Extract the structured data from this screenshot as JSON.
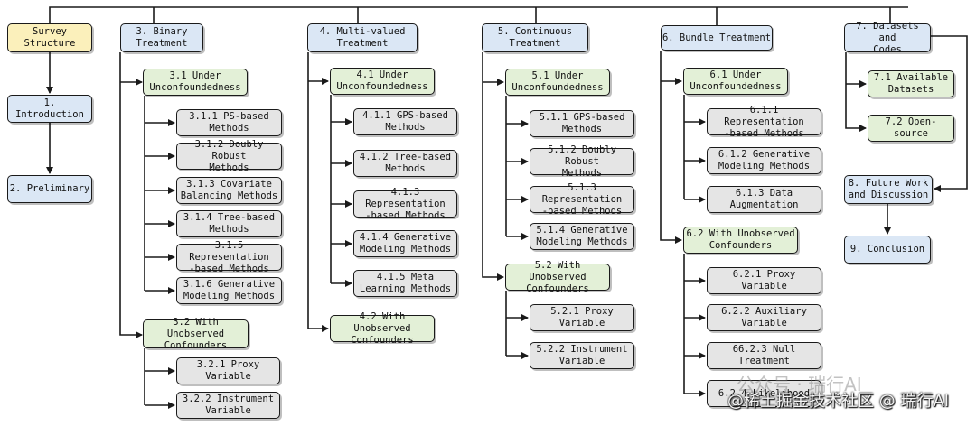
{
  "nodes": {
    "survey": "Survey\nStructure",
    "intro": "1. Introduction",
    "prelim": "2. Preliminary",
    "binary": "3. Binary\nTreatment",
    "b31": "3.1 Under\nUnconfoundedness",
    "b311": "3.1.1 PS-based\nMethods",
    "b312": "3.1.2 Doubly Robust\nMethods",
    "b313": "3.1.3 Covariate\nBalancing Methods",
    "b314": "3.1.4 Tree-based\nMethods",
    "b315": "3.1.5 Representation\n-based Methods",
    "b316": "3.1.6 Generative\nModeling Methods",
    "b32": "3.2 With Unobserved\nConfounders",
    "b321": "3.2.1 Proxy\nVariable",
    "b322": "3.2.2 Instrument\nVariable",
    "multi": "4. Multi-valued\nTreatment",
    "m41": "4.1 Under\nUnconfoundedness",
    "m411": "4.1.1 GPS-based\nMethods",
    "m412": "4.1.2 Tree-based\nMethods",
    "m413": "4.1.3 Representation\n-based Methods",
    "m414": "4.1.4 Generative\nModeling Methods",
    "m415": "4.1.5 Meta\nLearning Methods",
    "m42": "4.2 With Unobserved\nConfounders",
    "cont": "5. Continuous\nTreatment",
    "c51": "5.1 Under\nUnconfoundedness",
    "c511": "5.1.1 GPS-based\nMethods",
    "c512": "5.1.2 Doubly Robust\nMethods",
    "c513": "5.1.3 Representation\n-based Methods",
    "c514": "5.1.4 Generative\nModeling Methods",
    "c52": "5.2 With Unobserved\nConfounders",
    "c521": "5.2.1 Proxy\nVariable",
    "c522": "5.2.2 Instrument\nVariable",
    "bundle": "6. Bundle Treatment",
    "u61": "6.1 Under\nUnconfoundedness",
    "u611": "6.1.1 Representation\n-based Methods",
    "u612": "6.1.2 Generative\nModeling Methods",
    "u613": "6.1.3 Data\nAugmentation",
    "u62": "6.2 With Unobserved\nConfounders",
    "u621": "6.2.1 Proxy Variable",
    "u622": "6.2.2 Auxiliary\nVariable",
    "u623": "66.2.3 Null\nTreatment",
    "u624": "6.2.4 Likelihood",
    "data": "7. Datasets and\nCodes",
    "d71": "7.1 Available\nDatasets",
    "d72": "7.2 Open-\nsource",
    "future": "8. Future Work\nand Discussion",
    "concl": "9. Conclusion"
  },
  "watermark": {
    "line1": "公众号 · 瑞行AI",
    "line2": "@稀土掘金技术社区 @ 瑞行AI"
  },
  "colors": {
    "top_level": "#dbe7f5",
    "sub_section": "#e3f0d7",
    "method": "#e5e5e5",
    "root": "#fbf0bb",
    "line": "#1a1a1a"
  }
}
